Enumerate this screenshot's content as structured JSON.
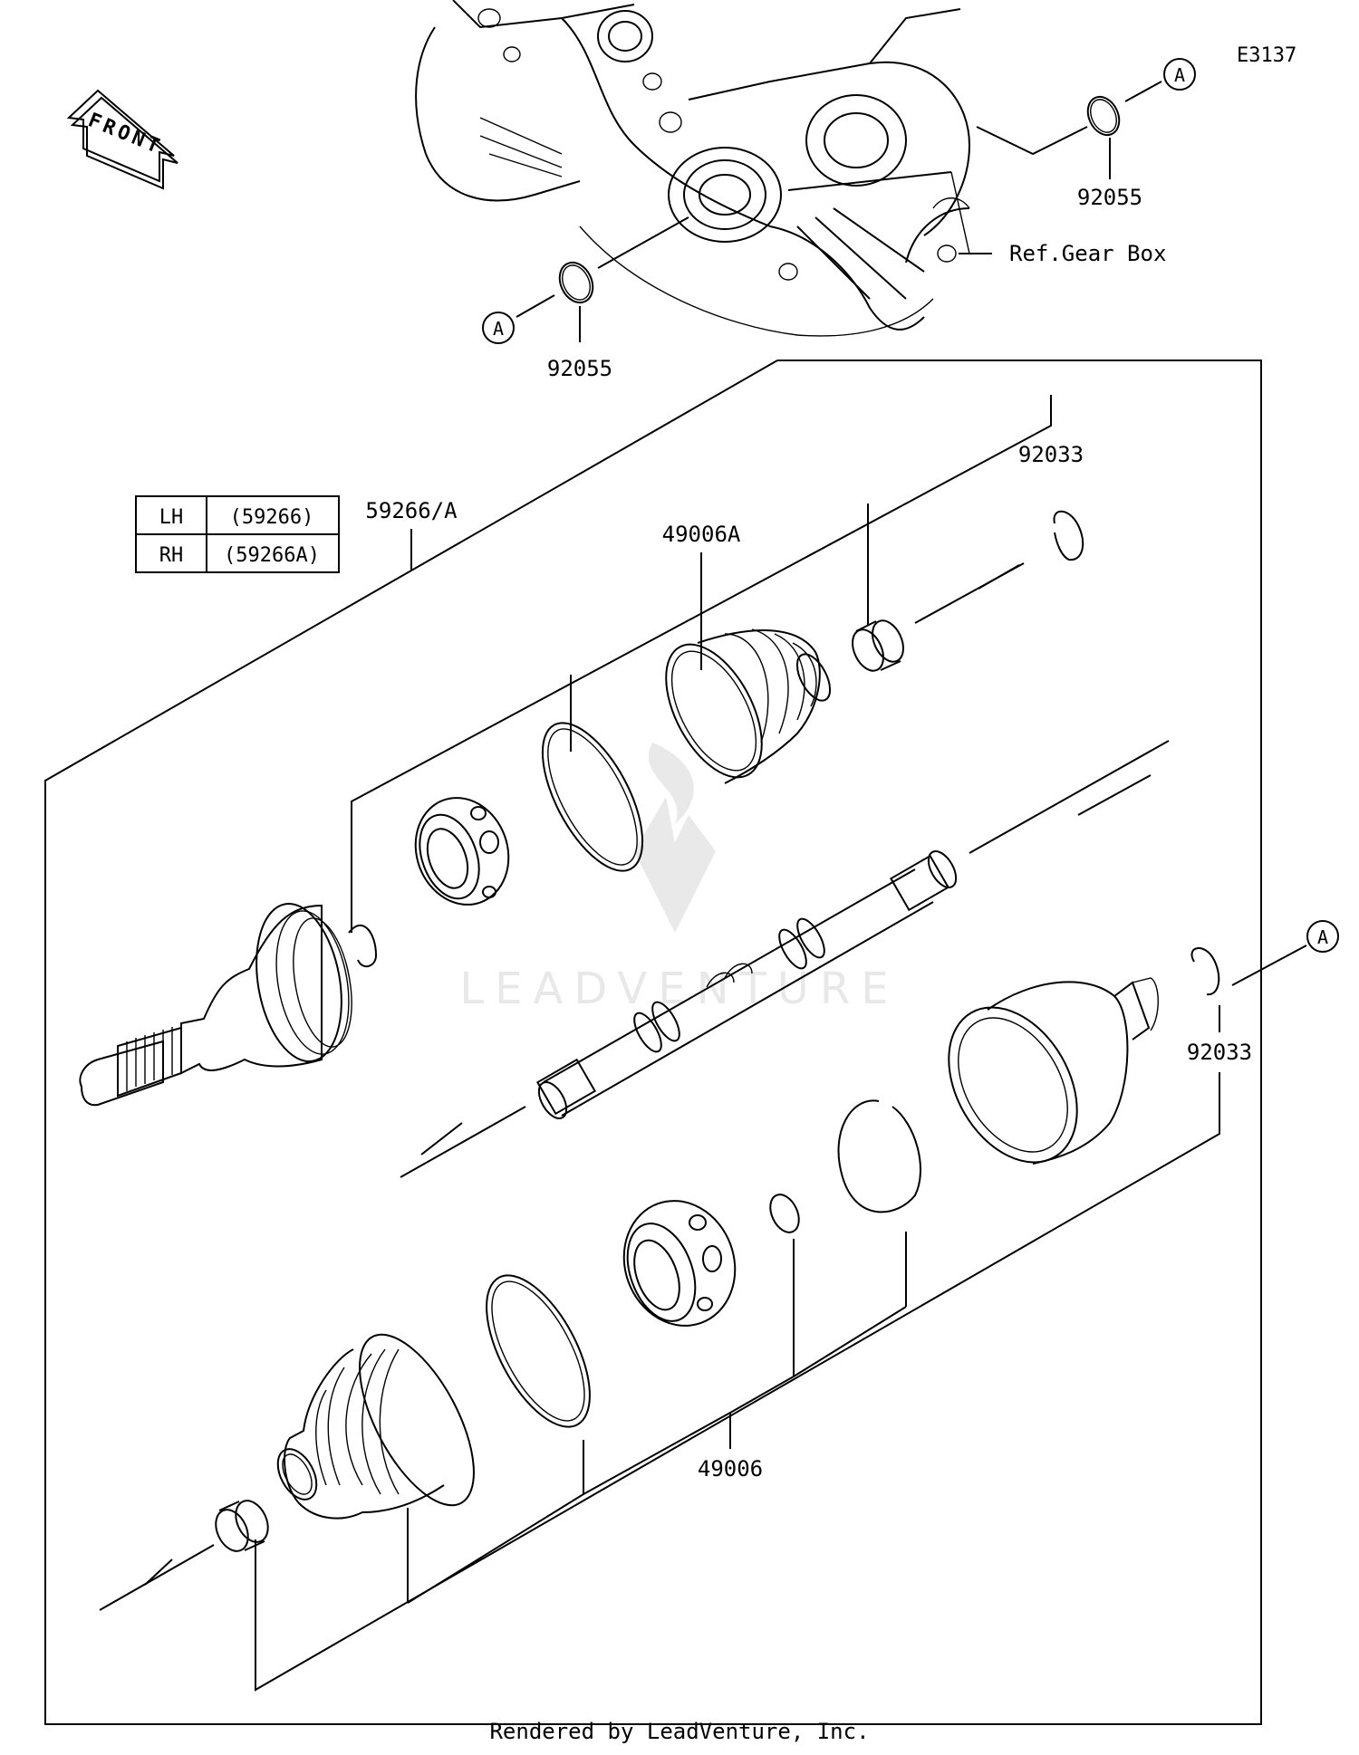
{
  "diagram_code": "E3137",
  "front_label": "FRONT",
  "ref_label": "Ref.Gear Box",
  "callout_marker": "A",
  "variant_table": {
    "rows": [
      {
        "side": "LH",
        "part": "(59266)"
      },
      {
        "side": "RH",
        "part": "(59266A)"
      }
    ]
  },
  "part_numbers": {
    "o_ring_top_right": "92055",
    "o_ring_top_left": "92055",
    "circlip_upper": "92033",
    "circlip_lower": "92033",
    "shaft_assembly": "59266/A",
    "boot_kit_upper": "49006A",
    "boot_kit_lower": "49006"
  },
  "watermark": "LEADVENTURE",
  "footer": "Rendered by LeadVenture, Inc."
}
